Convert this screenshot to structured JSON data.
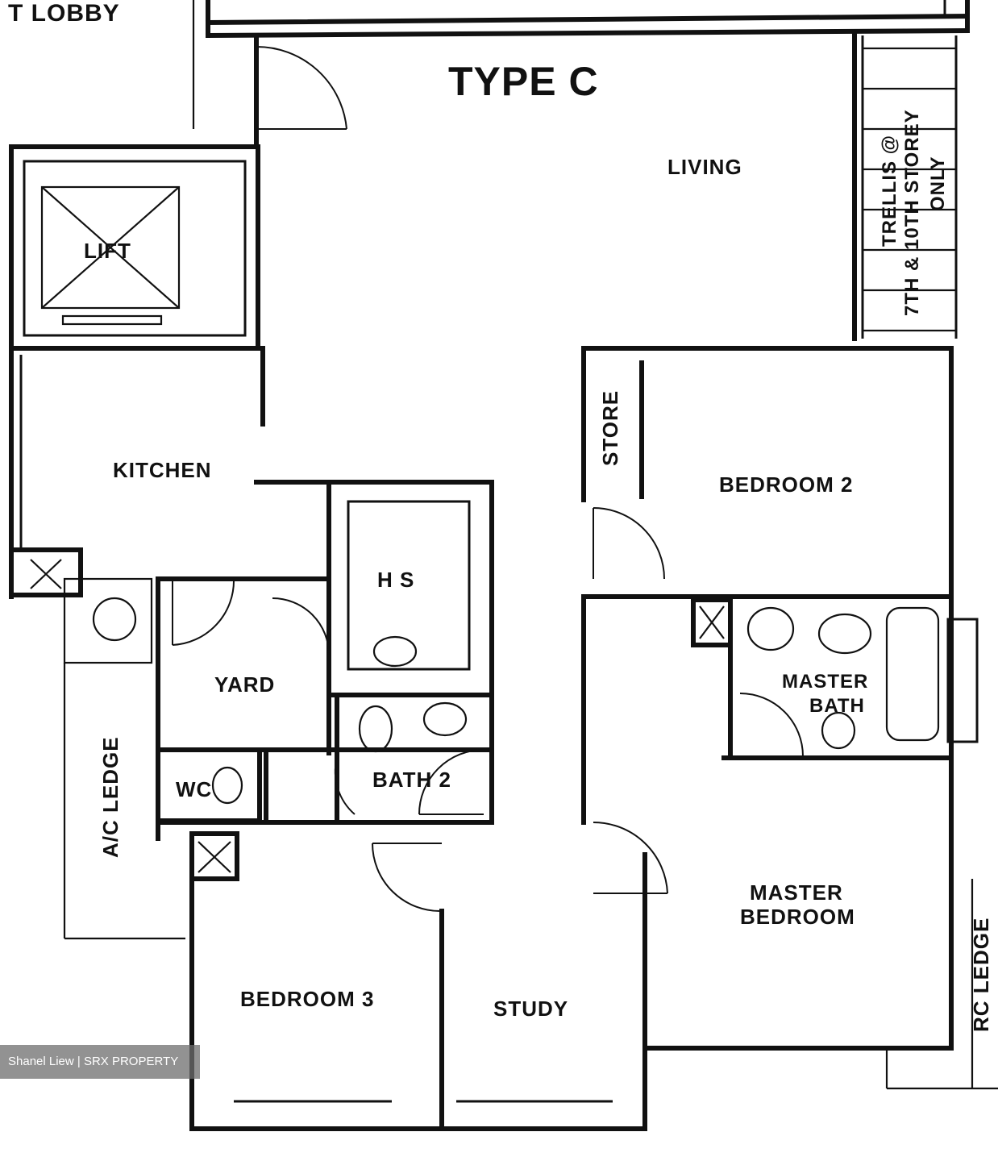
{
  "plan": {
    "title": "TYPE C",
    "corner_label": "T LOBBY",
    "rooms": {
      "living": "LIVING",
      "lift": "LIFT",
      "kitchen": "KITCHEN",
      "hs": "H S",
      "yard": "YARD",
      "wc": "WC",
      "bath2": "BATH 2",
      "store": "STORE",
      "bedroom2": "BEDROOM  2",
      "master_bath_1": "MASTER",
      "master_bath_2": "BATH",
      "master_bedroom_1": "MASTER",
      "master_bedroom_2": "BEDROOM",
      "bedroom3": "BEDROOM  3",
      "study": "STUDY",
      "ac_ledge": "A/C LEDGE",
      "rc_ledge": "RC LEDGE",
      "trellis_1": "TRELLIS @",
      "trellis_2": "7TH & 10TH STOREY",
      "trellis_3": "ONLY"
    },
    "watermark": "Shanel Liew | SRX PROPERTY"
  }
}
